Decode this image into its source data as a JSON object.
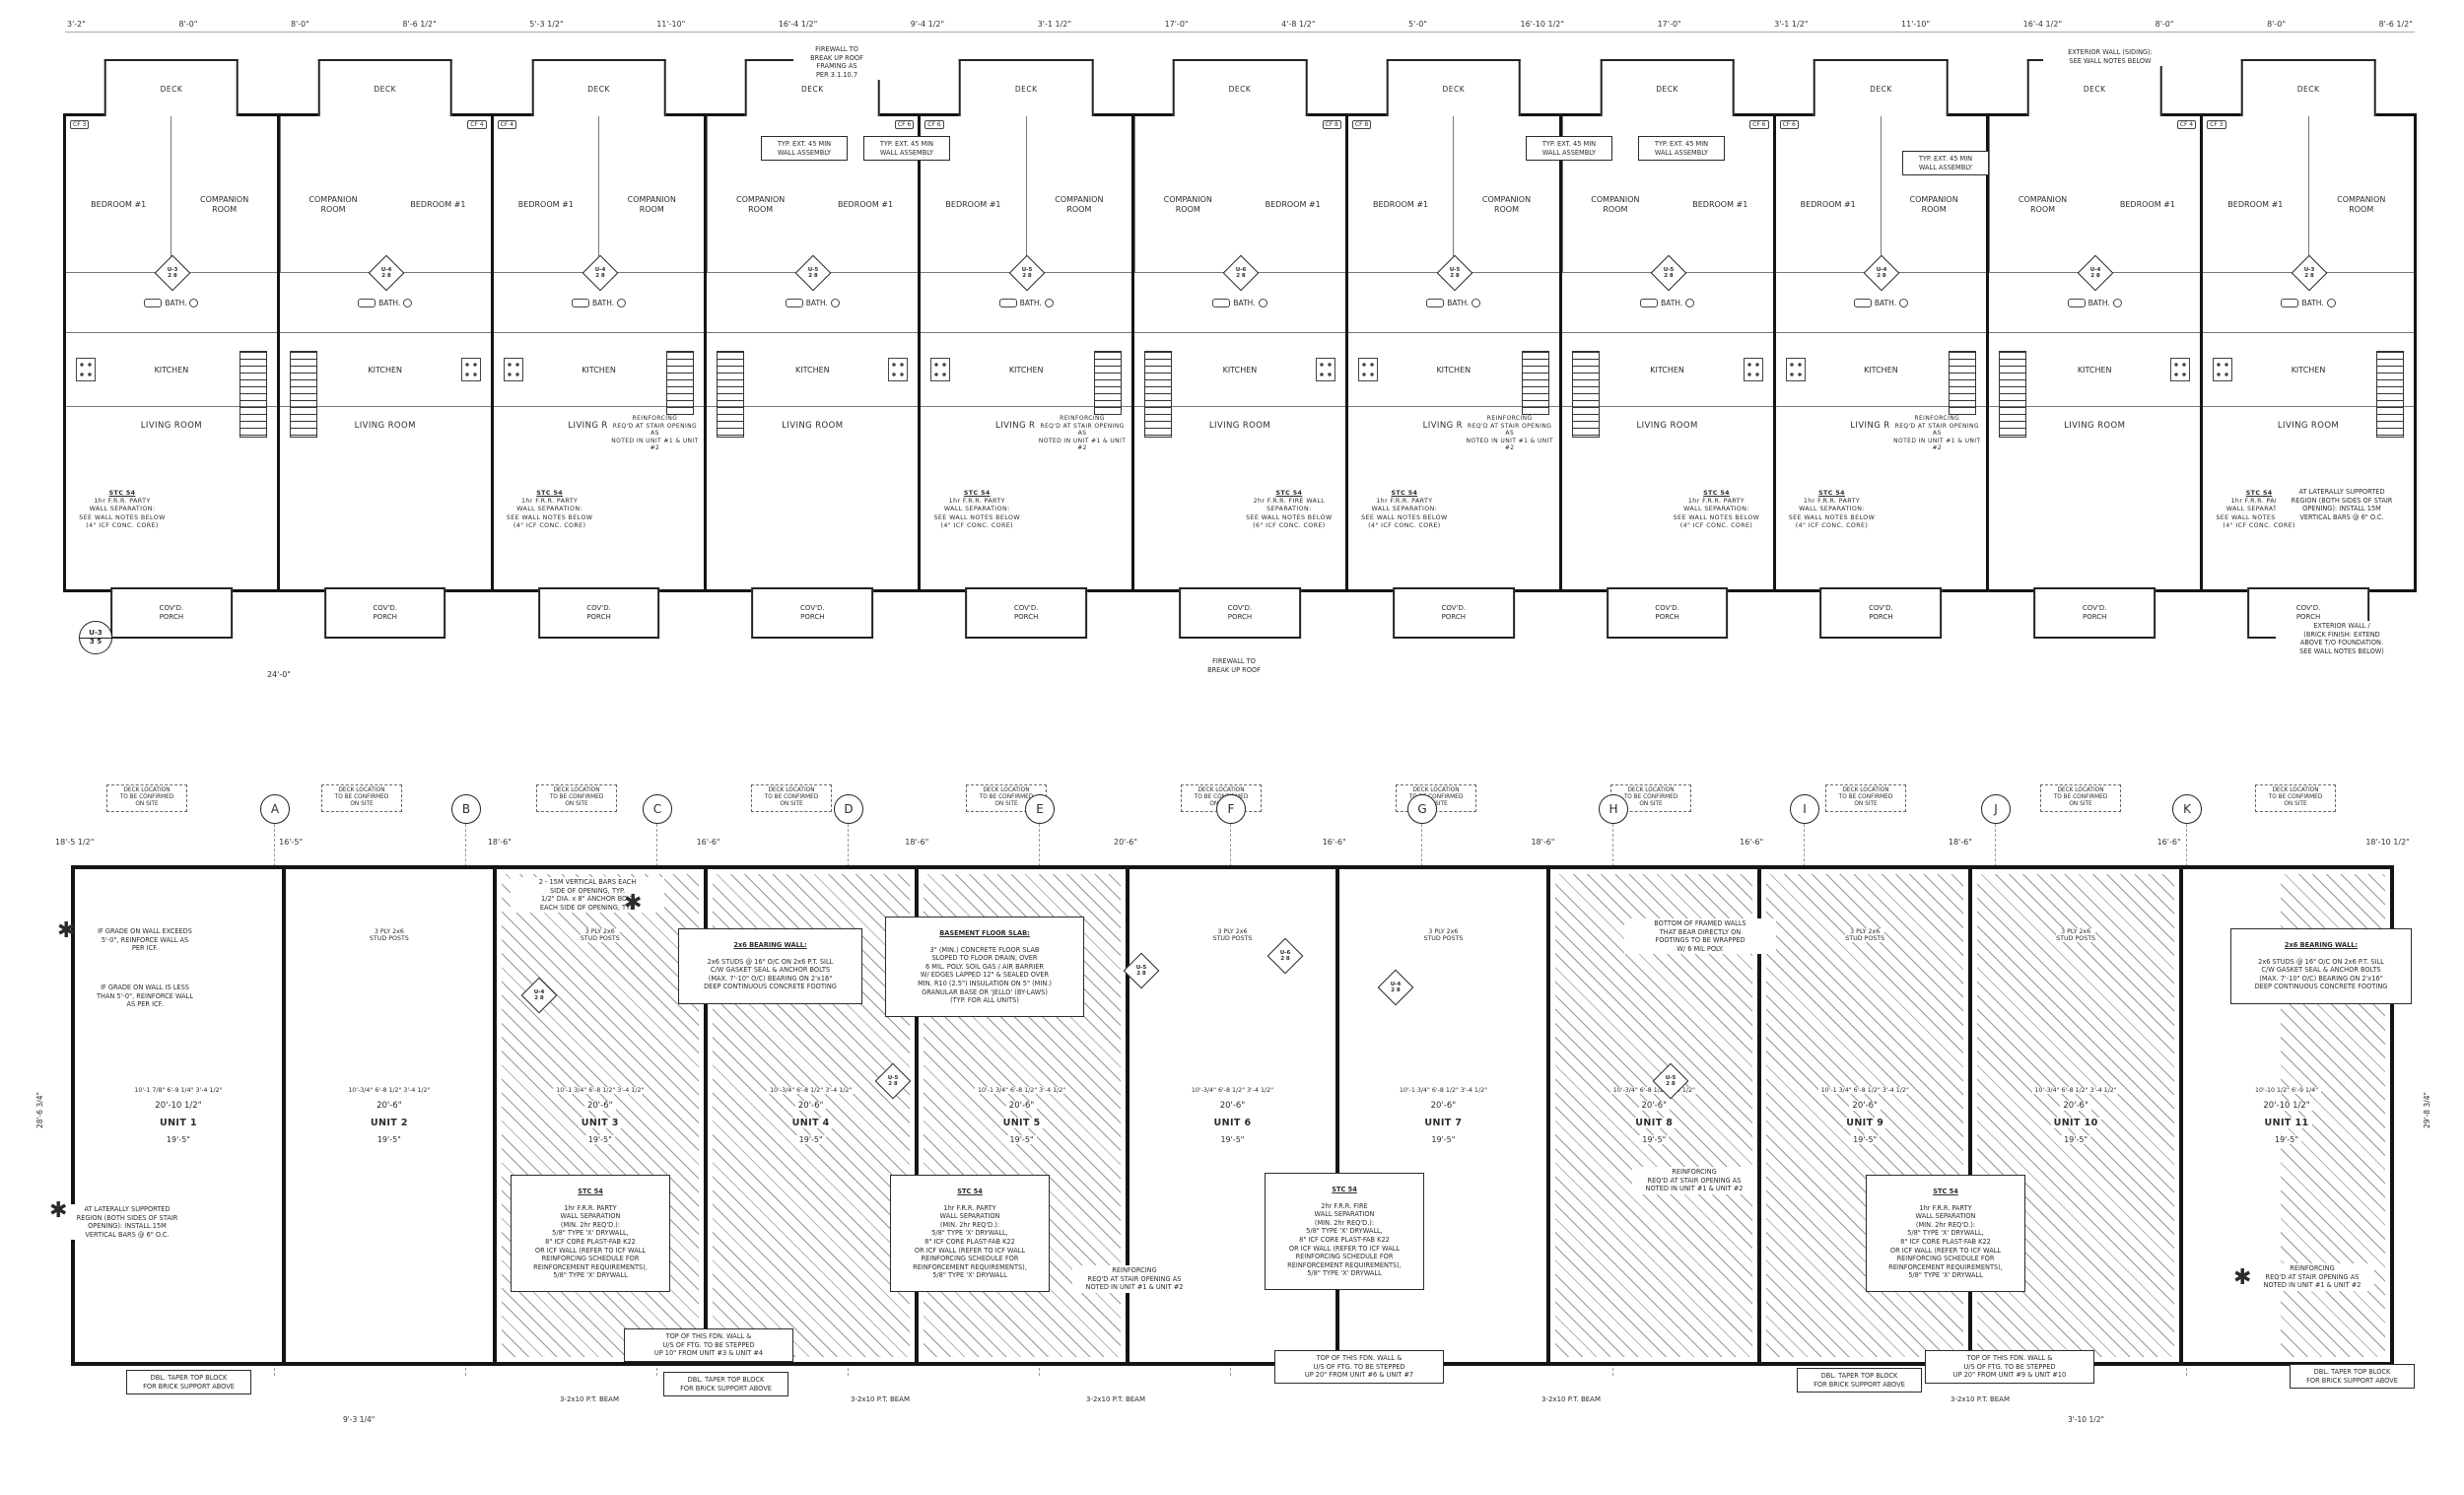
{
  "upper_plan": {
    "dims_top": [
      "3'-2\"",
      "8'-0\"",
      "8'-0\"",
      "8'-6 1/2\"",
      "5'-3 1/2\"",
      "11'-10\"",
      "16'-4 1/2\"",
      "9'-4 1/2\"",
      "3'-1 1/2\"",
      "17'-0\"",
      "4'-8 1/2\"",
      "5'-0\"",
      "16'-10 1/2\"",
      "17'-0\"",
      "3'-1 1/2\"",
      "11'-10\"",
      "16'-4 1/2\"",
      "8'-0\"",
      "8'-0\"",
      "8'-6 1/2\""
    ],
    "bottom_dim": "24'-0\"",
    "room_labels": {
      "deck": "DECK",
      "bedroom": "BEDROOM #1",
      "companion": "COMPANION\nROOM",
      "bath": "BATH.",
      "kitchen": "KITCHEN",
      "living": "LIVING ROOM",
      "porch": "COV'D.\nPORCH"
    },
    "marker_sub": "2 8",
    "left_marker": {
      "label": "U-3",
      "sub": "3 5"
    },
    "stair_note_text": "REINFORCING\nREQ'D AT STAIR OPENING AS\nNOTED IN UNIT #1 & UNIT #2",
    "wall_notes": {
      "p1": {
        "title": "STC 54",
        "body": "1hr F.R.R. PARTY\nWALL SEPARATION:\nSEE WALL NOTES BELOW\n(4\" ICF CONC. CORE)"
      },
      "p2": {
        "title": "STC 54",
        "body": "2hr F.R.R. FIRE WALL\nSEPARATION:\nSEE WALL NOTES BELOW\n(6\" ICF CONC. CORE)"
      }
    },
    "notes": {
      "firewall_top": "FIREWALL TO\nBREAK UP ROOF\nFRAMING AS\nPER 3.1.10.7",
      "firewall_bottom": "FIREWALL TO\nBREAK UP ROOF",
      "typ_ext": "TYP. EXT. 45 MIN\nWALL ASSEMBLY",
      "ext_siding": "EXTERIOR WALL (SIDING):\nSEE WALL NOTES BELOW",
      "ext_brick": "EXTERIOR WALL /\n(BRICK FINISH: EXTEND\nABOVE T/O FOUNDATION.\nSEE WALL NOTES BELOW)",
      "laterally": "AT LATERALLY SUPPORTED\nREGION (BOTH SIDES OF STAIR\nOPENING): INSTALL 15M\nVERTICAL BARS @ 6\" O.C."
    },
    "units": [
      {
        "marker": "U-3",
        "cf": "CF 3",
        "mirror": false,
        "wall_note": "p1",
        "stair_note": false
      },
      {
        "marker": "U-4",
        "cf": "CF 4",
        "mirror": true,
        "wall_note": "",
        "stair_note": false
      },
      {
        "marker": "U-4",
        "cf": "CF 4",
        "mirror": false,
        "wall_note": "p1",
        "stair_note": true
      },
      {
        "marker": "U-5",
        "cf": "CF 6",
        "mirror": true,
        "wall_note": "",
        "stair_note": false
      },
      {
        "marker": "U-5",
        "cf": "CF 6",
        "mirror": false,
        "wall_note": "p1",
        "stair_note": true
      },
      {
        "marker": "U-6",
        "cf": "CF 8",
        "mirror": true,
        "wall_note": "p2",
        "stair_note": false
      },
      {
        "marker": "U-5",
        "cf": "CF 8",
        "mirror": false,
        "wall_note": "p1",
        "stair_note": true
      },
      {
        "marker": "U-5",
        "cf": "CF 6",
        "mirror": true,
        "wall_note": "p1",
        "stair_note": false
      },
      {
        "marker": "U-4",
        "cf": "CF 6",
        "mirror": false,
        "wall_note": "p1",
        "stair_note": true
      },
      {
        "marker": "U-4",
        "cf": "CF 4",
        "mirror": true,
        "wall_note": "",
        "stair_note": false
      },
      {
        "marker": "U-3",
        "cf": "CF 3",
        "mirror": false,
        "wall_note": "p1",
        "stair_note": false
      }
    ]
  },
  "lower_plan": {
    "grid_letters": [
      "A",
      "B",
      "C",
      "D",
      "E",
      "F",
      "G",
      "H",
      "I",
      "J",
      "K"
    ],
    "deck_note": "DECK LOCATION\nTO BE CONFIRMED\nON SITE",
    "dims_top": [
      "18'-5 1/2\"",
      "16'-5\"",
      "18'-6\"",
      "16'-6\"",
      "18'-6\"",
      "20'-6\"",
      "16'-6\"",
      "18'-6\"",
      "16'-6\"",
      "18'-6\"",
      "16'-6\"",
      "18'-10 1/2\""
    ],
    "posts_note": "3 PLY 2x6\nSTUD POSTS",
    "star": "✱",
    "marker_sub": "2 8",
    "markers": [
      {
        "label": "U-4"
      },
      {
        "label": "U-5"
      },
      {
        "label": "U-5"
      },
      {
        "label": "U-6"
      },
      {
        "label": "U-4"
      },
      {
        "label": "U-5"
      }
    ],
    "misc_dims": [
      "9'-3 1/4\"",
      "3'-10 1/2\""
    ],
    "side_dims": {
      "left": "28'-6 3/4\"",
      "right": "29'-8 3/4\""
    },
    "units": [
      {
        "dims": "10'-1 7/8\"   6'-9 1/4\"   3'-4 1/2\"",
        "main": "20'-10 1/2\"",
        "label": "UNIT 1",
        "bottom": "19'-5\"",
        "hatch": false
      },
      {
        "dims": "10'-3/4\"   6'-8 1/2\"   3'-4 1/2\"",
        "main": "20'-6\"",
        "label": "UNIT 2",
        "bottom": "19'-5\"",
        "hatch": false
      },
      {
        "dims": "10'-1 3/4\"   6'-8 1/2\"   3'-4 1/2\"",
        "main": "20'-6\"",
        "label": "UNIT 3",
        "bottom": "19'-5\"",
        "hatch": true
      },
      {
        "dims": "10'-3/4\"   6'-8 1/2\"   3'-4 1/2\"",
        "main": "20'-6\"",
        "label": "UNIT 4",
        "bottom": "19'-5\"",
        "hatch": true
      },
      {
        "dims": "10'-1 3/4\"   6'-8 1/2\"   3'-4 1/2\"",
        "main": "20'-6\"",
        "label": "UNIT 5",
        "bottom": "19'-5\"",
        "hatch": true
      },
      {
        "dims": "10'-3/4\"   6'-8 1/2\"   3'-4 1/2\"",
        "main": "20'-6\"",
        "label": "UNIT 6",
        "bottom": "19'-5\"",
        "hatch": false
      },
      {
        "dims": "10'-1 3/4\"   6'-8 1/2\"   3'-4 1/2\"",
        "main": "20'-6\"",
        "label": "UNIT 7",
        "bottom": "19'-5\"",
        "hatch": false
      },
      {
        "dims": "10'-3/4\"   6'-8 1/2\"   3'-4 1/2\"",
        "main": "20'-6\"",
        "label": "UNIT 8",
        "bottom": "19'-5\"",
        "hatch": true
      },
      {
        "dims": "10'-1 3/4\"   6'-8 1/2\"   3'-4 1/2\"",
        "main": "20'-6\"",
        "label": "UNIT 9",
        "bottom": "19'-5\"",
        "hatch": true
      },
      {
        "dims": "10'-3/4\"   6'-8 1/2\"   3'-4 1/2\"",
        "main": "20'-6\"",
        "label": "UNIT 10",
        "bottom": "19'-5\"",
        "hatch": true
      },
      {
        "dims": "10'-10 1/2\"   6'-9 1/4\"",
        "main": "20'-10 1/2\"",
        "label": "UNIT 11",
        "bottom": "19'-5\"",
        "hatch": "right"
      }
    ],
    "notes": {
      "vertical_bars": "2 - 15M VERTICAL BARS EACH\nSIDE OF OPENING, TYP.\n1/2\" DIA. x 8\" ANCHOR BOLT\nEACH SIDE OF OPENING, TYP.",
      "bearing": {
        "title": "2x6 BEARING WALL:",
        "body": "2x6 STUDS @ 16\" O/C ON 2x6 P.T. SILL\nC/W GASKET SEAL & ANCHOR BOLTS\n(MAX. 7'-10\" O/C) BEARING ON 2'x16\"\nDEEP CONTINUOUS CONCRETE FOOTING"
      },
      "slab": {
        "title": "BASEMENT FLOOR SLAB:",
        "body": "3\" (MIN.) CONCRETE FLOOR SLAB\nSLOPED TO FLOOR DRAIN, OVER\n6 MIL. POLY. SOIL GAS / AIR BARRIER\nW/ EDGES LAPPED 12\" & SEALED OVER\nMIN. R10 (2.5\") INSULATION ON 5\" (MIN.)\nGRANULAR BASE OR 'JELLO' (BY-LAWS)\n(TYP. FOR ALL UNITS)"
      },
      "framed": "BOTTOM OF FRAMED WALLS\nTHAT BEAR DIRECTLY ON\nFOOTINGS TO BE WRAPPED\nW/ 6 MIL POLY.",
      "party": {
        "title": "STC 54",
        "body": "1hr F.R.R. PARTY\nWALL SEPARATION\n(MIN. 2hr REQ'D.):\n5/8\" TYPE 'X' DRYWALL,\n8\" ICF CORE PLAST-FAB K22\nOR ICF WALL (REFER TO ICF WALL\nREINFORCING SCHEDULE FOR\nREINFORCEMENT REQUIREMENTS),\n5/8\" TYPE 'X' DRYWALL"
      },
      "fire": {
        "title": "STC 54",
        "body": "2hr F.R.R. FIRE\nWALL SEPARATION\n(MIN. 2hr REQ'D.):\n5/8\" TYPE 'X' DRYWALL,\n8\" ICF CORE PLAST-FAB K22\nOR ICF WALL (REFER TO ICF WALL\nREINFORCING SCHEDULE FOR\nREINFORCEMENT REQUIREMENTS),\n5/8\" TYPE 'X' DRYWALL"
      },
      "reinf": "REINFORCING\nREQ'D AT STAIR OPENING AS\nNOTED IN UNIT #1 & UNIT #2",
      "laterally": "AT LATERALLY SUPPORTED\nREGION (BOTH SIDES OF STAIR\nOPENING): INSTALL 15M\nVERTICAL BARS @ 6\" O.C.",
      "grade_exceeds": "IF GRADE ON WALL EXCEEDS\n5'-0\", REINFORCE WALL AS\nPER ICF.",
      "grade_less": "IF GRADE ON WALL IS LESS\nTHAN 5'-0\", REINFORCE WALL\nAS PER ICF.",
      "step10": "TOP OF THIS FDN. WALL &\nU/S OF FTG. TO BE STEPPED\nUP 10\" FROM UNIT #3 & UNIT #4",
      "step20": "TOP OF THIS FDN. WALL &\nU/S OF FTG. TO BE STEPPED\nUP 20\" FROM UNIT #6 & UNIT #7",
      "step20b": "TOP OF THIS FDN. WALL &\nU/S OF FTG. TO BE STEPPED\nUP 20\" FROM UNIT #9 & UNIT #10",
      "taper": "DBL. TAPER TOP BLOCK\nFOR BRICK SUPPORT ABOVE",
      "beam": "3-2x10 P.T. BEAM"
    }
  }
}
